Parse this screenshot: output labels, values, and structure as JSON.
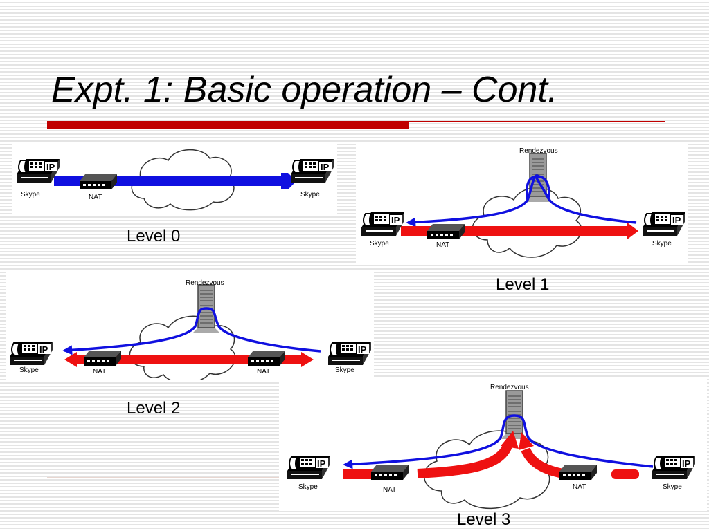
{
  "slide": {
    "title": "Expt. 1: Basic operation – Cont."
  },
  "panels": [
    {
      "level_label": "Level 0",
      "phone_left_label": "Skype",
      "phone_right_label": "Skype",
      "nat_label": "NAT"
    },
    {
      "level_label": "Level 1",
      "rendezvous_label": "Rendezvous",
      "phone_left_label": "Skype",
      "phone_right_label": "Skype",
      "nat_label": "NAT"
    },
    {
      "level_label": "Level 2",
      "rendezvous_label": "Rendezvous",
      "phone_left_label": "Skype",
      "phone_right_label": "Skype",
      "nat_left_label": "NAT",
      "nat_right_label": "NAT"
    },
    {
      "level_label": "Level 3",
      "rendezvous_label": "Rendezvous",
      "phone_left_label": "Skype",
      "phone_right_label": "Skype",
      "nat_left_label": "NAT",
      "nat_right_label": "NAT"
    }
  ],
  "phone_badge": "IP",
  "colors": {
    "signal_blue": "#1010e0",
    "media_red": "#ee1111",
    "title_rule": "#c00000"
  },
  "icons": [
    "ip-phone-icon",
    "nat-router-icon",
    "rendezvous-server-icon",
    "cloud-icon"
  ]
}
